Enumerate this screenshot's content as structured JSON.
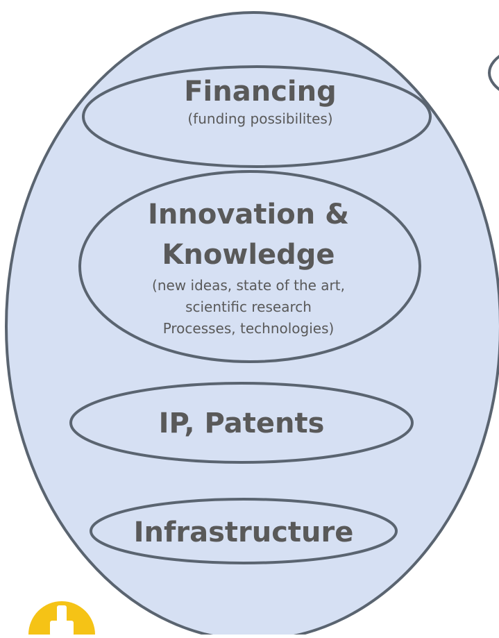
{
  "diagram": {
    "colors": {
      "fill": "#d6e0f3",
      "stroke": "#5a6470",
      "text": "#595959",
      "badge": "#f5c316"
    },
    "nodes": [
      {
        "id": "financing",
        "title_lines": [
          "Financing"
        ],
        "subtitle_lines": [
          "(funding possibilites)"
        ]
      },
      {
        "id": "innovation",
        "title_lines": [
          "Innovation &",
          "Knowledge"
        ],
        "subtitle_lines": [
          "(new ideas, state of the art,",
          "scientific research",
          "Processes, technologies)"
        ]
      },
      {
        "id": "ip",
        "title_lines": [
          "IP, Patents"
        ],
        "subtitle_lines": []
      },
      {
        "id": "infrastructure",
        "title_lines": [
          "Infrastructure"
        ],
        "subtitle_lines": []
      }
    ]
  }
}
